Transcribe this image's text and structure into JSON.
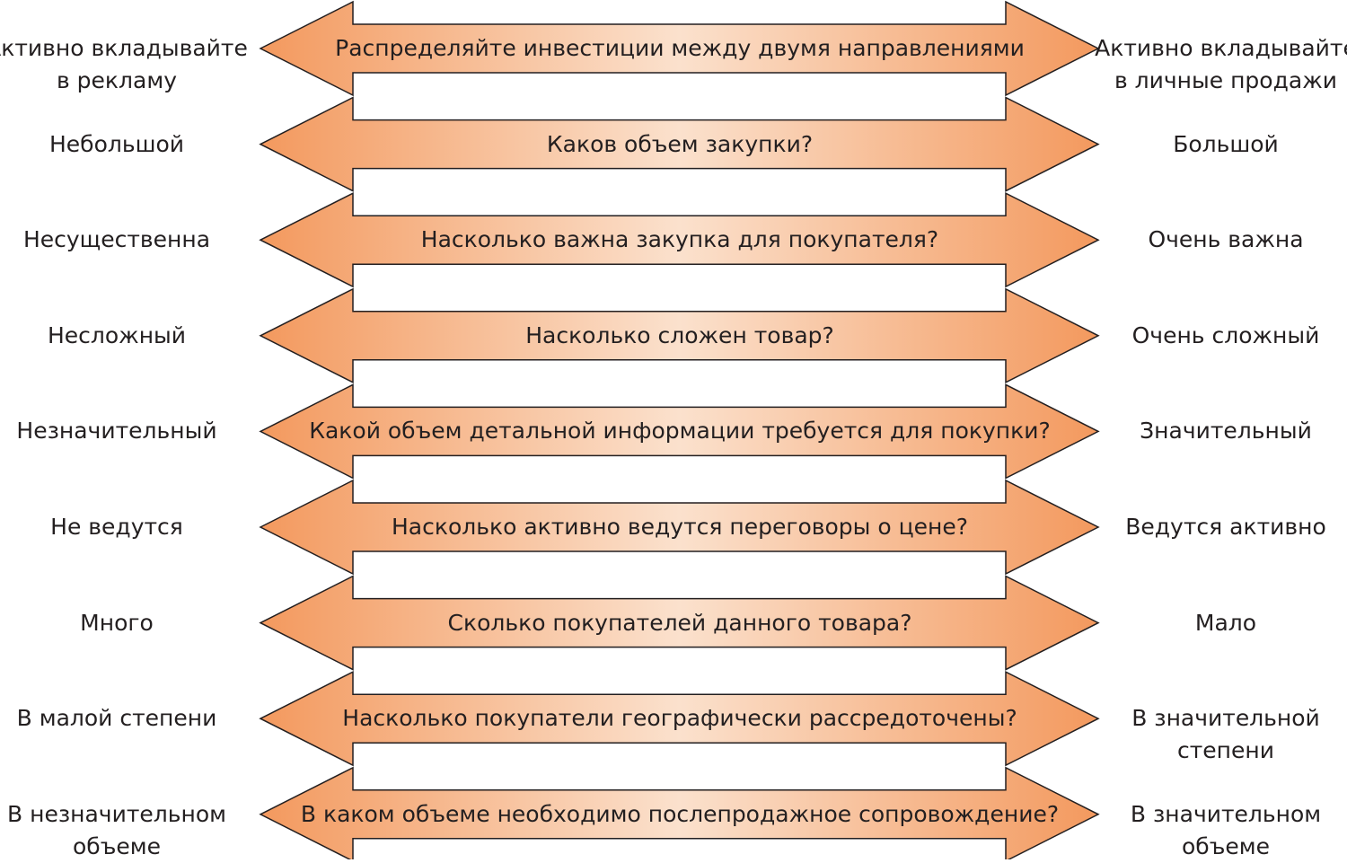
{
  "rows": [
    {
      "question": "Распределяйте инвестиции между двумя направлениями",
      "left": "Активно вкладывайте\nв рекламу",
      "right": "Активно вкладывайте\nв личные продажи"
    },
    {
      "question": "Каков объем закупки?",
      "left": "Небольшой",
      "right": "Большой"
    },
    {
      "question": "Насколько важна закупка для покупателя?",
      "left": "Несущественна",
      "right": "Очень важна"
    },
    {
      "question": "Насколько сложен товар?",
      "left": "Несложный",
      "right": "Очень сложный"
    },
    {
      "question": "Какой объем детальной информации требуется для покупки?",
      "left": "Незначительный",
      "right": "Значительный"
    },
    {
      "question": "Насколько активно ведутся переговоры о цене?",
      "left": "Не ведутся",
      "right": "Ведутся активно"
    },
    {
      "question": "Сколько покупателей данного товара?",
      "left": "Много",
      "right": "Мало"
    },
    {
      "question": "Насколько покупатели географически рассредоточены?",
      "left": "В малой степени",
      "right": "В значительной\nстепени"
    },
    {
      "question": "В каком объеме необходимо послепродажное сопровождение?",
      "left": "В незначительном\nобъеме",
      "right": "В значительном\nобъеме"
    }
  ],
  "colors": {
    "arrow_edge": "#f3995e",
    "arrow_center": "#fbe1cd",
    "stroke": "#231f20",
    "text": "#231f20"
  }
}
